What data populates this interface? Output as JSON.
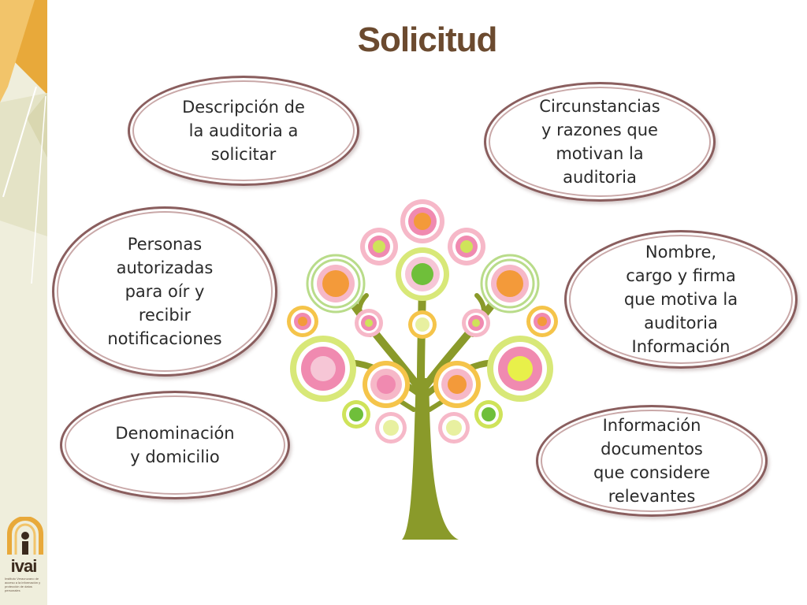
{
  "slide": {
    "title": "Solicitud",
    "items": [
      "Descripción de\nla auditoria a\nsolicitar",
      "Circunstancias\ny razones que\nmotivan la\nauditoria",
      "Personas\nautorizadas\npara oír y\nrecibir\nnotificaciones",
      "Nombre,\ncargo y firma\nque motiva la\nauditoria\nInformación",
      "Denominación\ny domicilio",
      "Información\ndocumentos\nque considere\nrelevantes"
    ]
  },
  "logo": {
    "word": "ivai",
    "tagline": "Instituto Veracruzano de acceso a la información y protección de datos personales"
  },
  "colors": {
    "title": "#6b4a2f",
    "oval_border": "#8a5e5e",
    "tree_trunk": "#8a9a2a",
    "sidebar_gold": "#e8a93a",
    "sidebar_beige": "#ecebd4"
  },
  "icons": [
    "tree-illustration-icon",
    "ivai-logo-icon"
  ]
}
